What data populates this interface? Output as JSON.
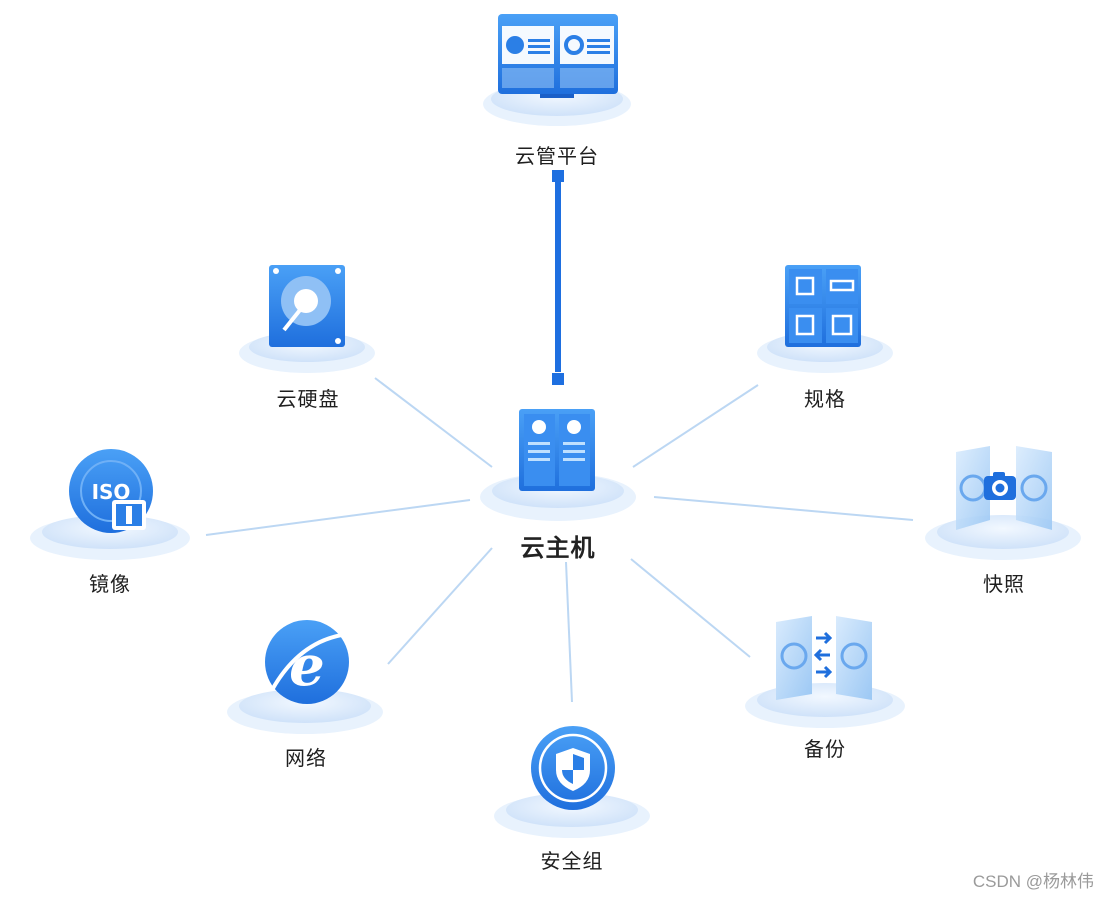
{
  "diagram": {
    "center": {
      "label": "云主机",
      "icon": "server-icon"
    },
    "top": {
      "label": "云管平台",
      "icon": "monitor-dashboard-icon"
    },
    "nodes": [
      {
        "key": "disk",
        "label": "云硬盘",
        "icon": "hard-disk-icon"
      },
      {
        "key": "spec",
        "label": "规格",
        "icon": "hardware-spec-icon"
      },
      {
        "key": "image",
        "label": "镜像",
        "icon": "iso-disc-icon"
      },
      {
        "key": "snapshot",
        "label": "快照",
        "icon": "camera-icon"
      },
      {
        "key": "network",
        "label": "网络",
        "icon": "internet-explorer-icon"
      },
      {
        "key": "backup",
        "label": "备份",
        "icon": "backup-icon"
      },
      {
        "key": "security",
        "label": "安全组",
        "icon": "shield-icon"
      }
    ]
  },
  "colors": {
    "primary": "#2b7fe6",
    "primary_dark": "#1a5fc8",
    "light": "#8fc0f5",
    "platform": "#dbe9fb",
    "connector": "#b9d6f4",
    "bar": "#1e6fe0"
  },
  "watermark": "CSDN @杨林伟"
}
